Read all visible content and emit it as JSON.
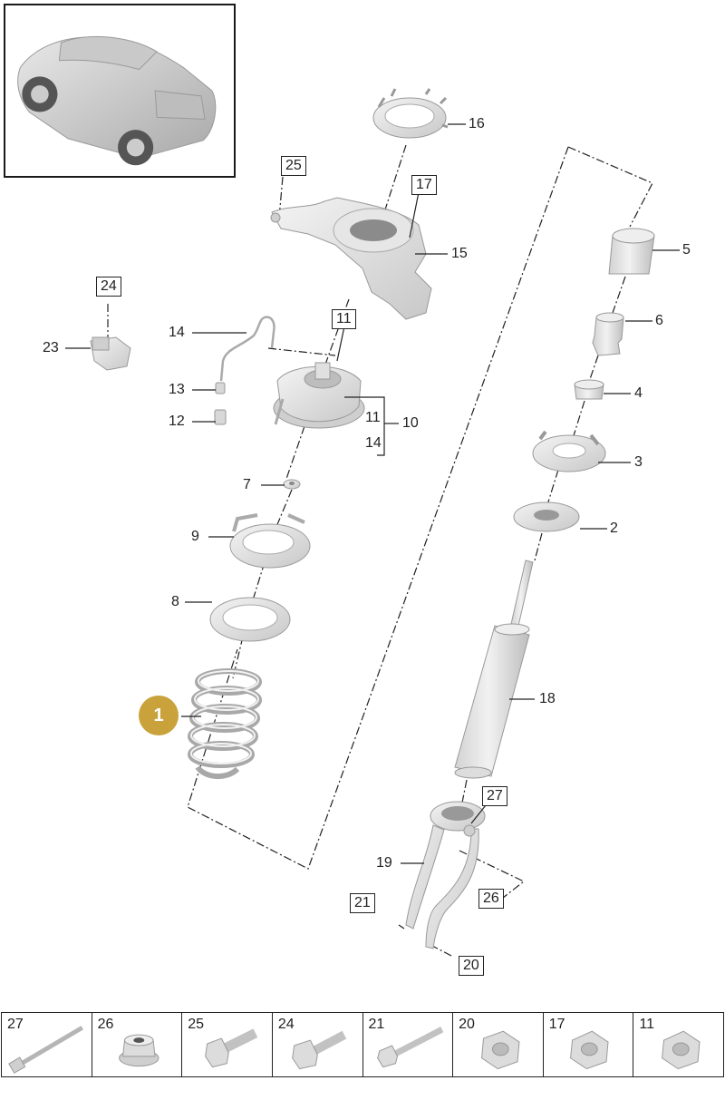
{
  "callouts": {
    "c16": "16",
    "c15": "15",
    "c5": "5",
    "c6": "6",
    "c4": "4",
    "c3": "3",
    "c2": "2",
    "c14": "14",
    "c13": "13",
    "c12": "12",
    "c23": "23",
    "c10": "10",
    "c11g": "11",
    "c14g": "14",
    "c7": "7",
    "c9": "9",
    "c8": "8",
    "c18": "18",
    "c19": "19"
  },
  "boxed_callouts": {
    "b25": "25",
    "b17": "17",
    "b24": "24",
    "b11": "11",
    "b27": "27",
    "b26": "26",
    "b21": "21",
    "b20": "20"
  },
  "highlight": {
    "label": "1",
    "color": "#c9a23b"
  },
  "fasteners": [
    {
      "number": "27",
      "icon": "long-bolt-icon"
    },
    {
      "number": "26",
      "icon": "flange-nut-icon"
    },
    {
      "number": "25",
      "icon": "hex-bolt-icon"
    },
    {
      "number": "24",
      "icon": "hex-bolt-icon"
    },
    {
      "number": "21",
      "icon": "long-bolt-icon"
    },
    {
      "number": "20",
      "icon": "hex-nut-icon"
    },
    {
      "number": "17",
      "icon": "hex-nut-icon"
    },
    {
      "number": "11",
      "icon": "hex-nut-icon"
    }
  ],
  "colors": {
    "part": "#e4e4e4",
    "part_edge": "#9a9a9a",
    "line": "#222222"
  }
}
